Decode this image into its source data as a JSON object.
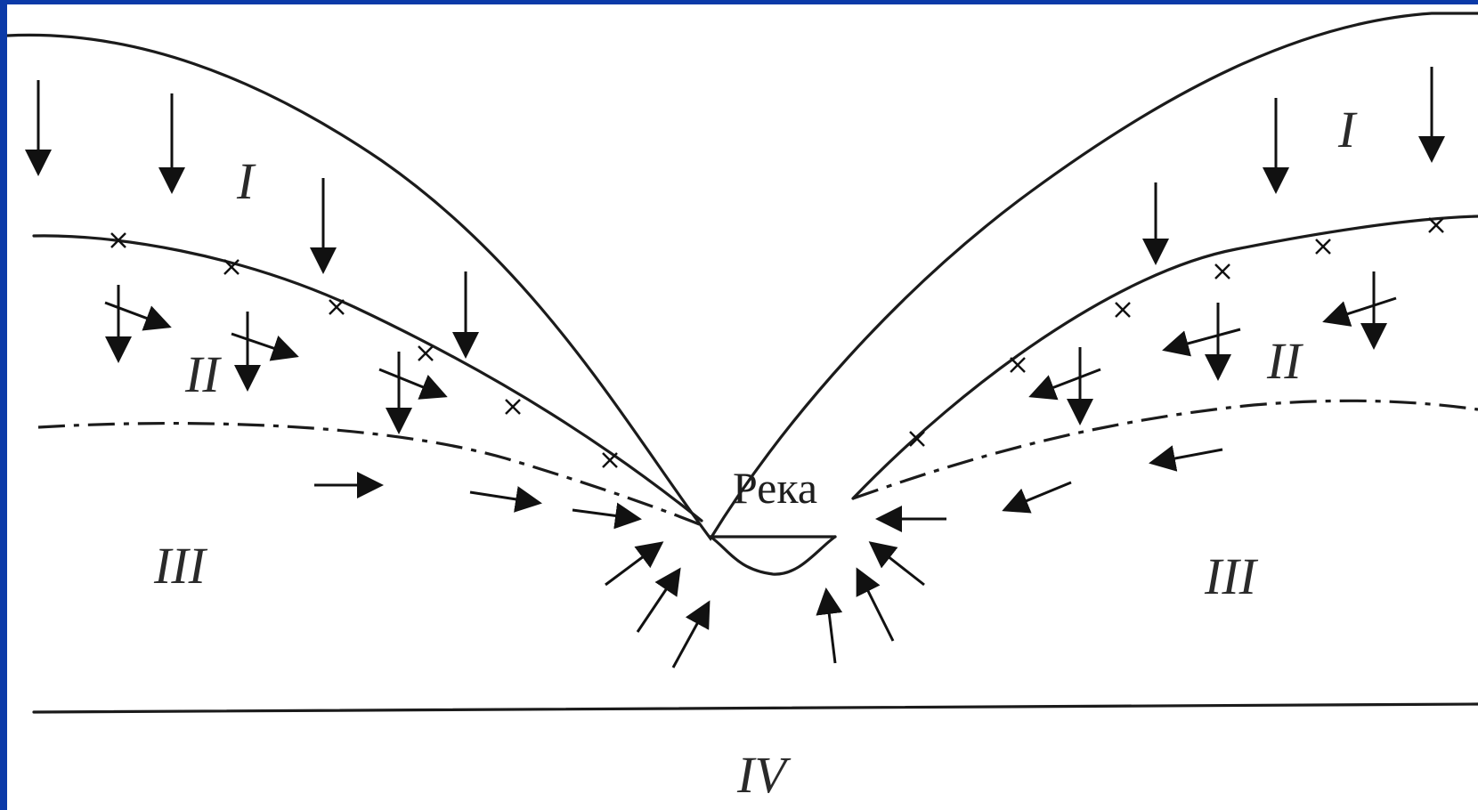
{
  "labels": {
    "river": "Река",
    "zone_I": "I",
    "zone_II": "II",
    "zone_III": "III",
    "zone_IV": "IV"
  },
  "colors": {
    "frame": "#0b3aa8",
    "ink": "#1b1b1b",
    "paper": "#ffffff"
  }
}
